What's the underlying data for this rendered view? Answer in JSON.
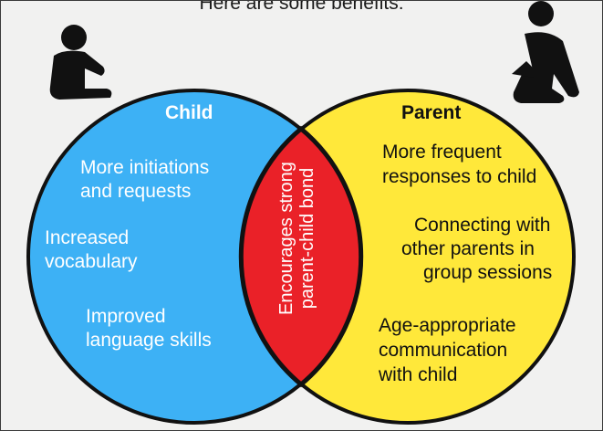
{
  "intro": "Here are some benefits:",
  "colors": {
    "child": "#3db1f5",
    "parent": "#ffe83a",
    "overlap": "#ea2128",
    "outline": "#111111",
    "background": "#f1f1f0"
  },
  "icons": [
    "child-figure-icon",
    "parent-figure-icon"
  ],
  "child": {
    "heading": "Child",
    "benefits": [
      {
        "line1": "More initiations",
        "line2": "and requests"
      },
      {
        "line1": "Increased",
        "line2": "vocabulary"
      },
      {
        "line1": "Improved",
        "line2": "language skills"
      }
    ]
  },
  "parent": {
    "heading": "Parent",
    "benefits": [
      {
        "line1": "More frequent",
        "line2": "responses to child"
      },
      {
        "line1": "Connecting with",
        "line2": "other parents in",
        "line3": "group sessions"
      },
      {
        "line1": "Age-appropriate",
        "line2": "communication",
        "line3": "with child"
      }
    ]
  },
  "shared": {
    "line1": "Encourages strong",
    "line2": "parent-child bond"
  }
}
